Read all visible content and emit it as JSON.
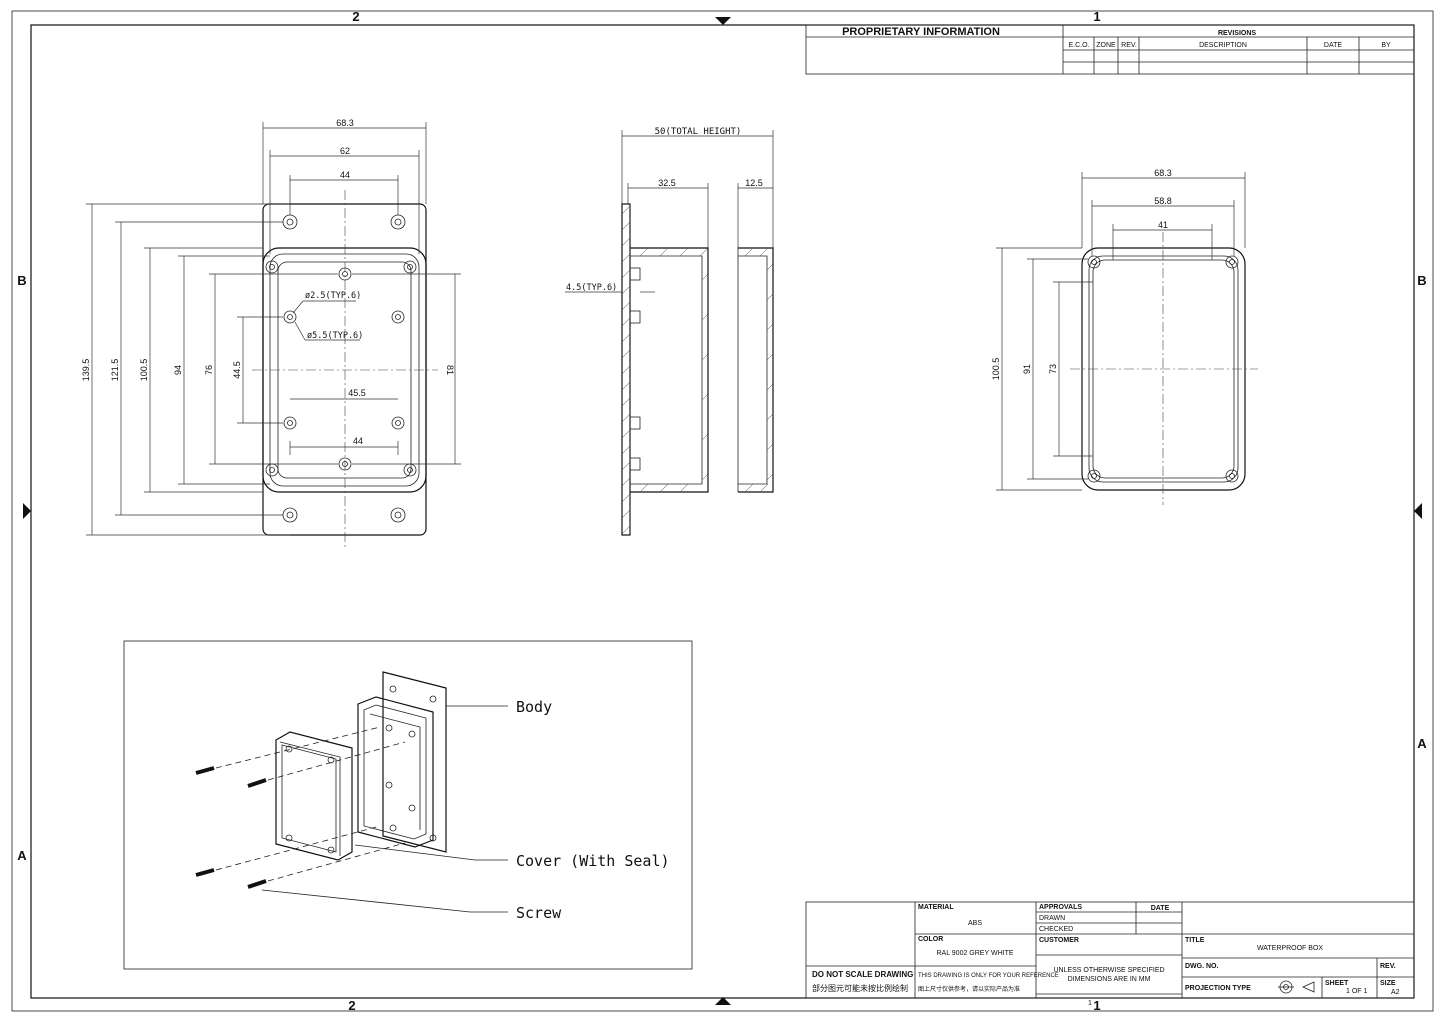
{
  "zones": {
    "top_left": "2",
    "top_right": "1",
    "bottom_left": "2",
    "bottom_right": "1",
    "row_b": "B",
    "row_a": "A"
  },
  "header": {
    "proprietary": "PROPRIETARY INFORMATION",
    "revisions": "REVISIONS",
    "eco": "E.C.O.",
    "zone": "ZONE",
    "rev": "REV.",
    "description": "DESCRIPTION",
    "date": "DATE",
    "by": "BY"
  },
  "front_view": {
    "dims_top": [
      "68.3",
      "62",
      "44"
    ],
    "dims_left": [
      "139.5",
      "121.5",
      "100.5",
      "94",
      "76",
      "44.5"
    ],
    "dim_right": "81",
    "dims_inner": [
      "45.5",
      "44"
    ],
    "callouts": [
      "ø2.5(TYP.6)",
      "ø5.5(TYP.6)"
    ]
  },
  "side_view": {
    "total_height": "50(TOTAL HEIGHT)",
    "body_depth": "32.5",
    "lid_depth": "12.5",
    "wall": "4.5(TYP.6)"
  },
  "lid_view": {
    "dims_top": [
      "68.3",
      "58.8",
      "41"
    ],
    "dims_left": [
      "100.5",
      "91",
      "73"
    ]
  },
  "exploded": {
    "body": "Body",
    "cover": "Cover (With Seal)",
    "screw": "Screw"
  },
  "title_block": {
    "material_label": "MATERIAL",
    "material": "ABS",
    "color_label": "COLOR",
    "color": "RAL 9002 GREY WHITE",
    "approvals": "APPROVALS",
    "date": "DATE",
    "drawn": "DRAWN",
    "checked": "CHECKED",
    "customer": "CUSTOMER",
    "title_label": "TITLE",
    "title": "WATERPROOF BOX",
    "do_not_scale": "DO NOT SCALE DRAWING",
    "do_not_scale_cn": "部分图元可能未按比例绘制",
    "reference": "THIS DRAWING IS ONLY FOR YOUR REFERENCE",
    "reference_cn": "图上尺寸仅供参考，请以实际产品为准",
    "unless": "UNLESS OTHERWISE SPECIFIED",
    "dims_mm": "DIMENSIONS ARE IN MM",
    "dwg_no": "DWG. NO.",
    "rev": "REV.",
    "projection": "PROJECTION TYPE",
    "sheet": "SHEET",
    "sheet_of": "1 OF 1",
    "size": "SIZE",
    "size_val": "A2",
    "page": "1"
  }
}
